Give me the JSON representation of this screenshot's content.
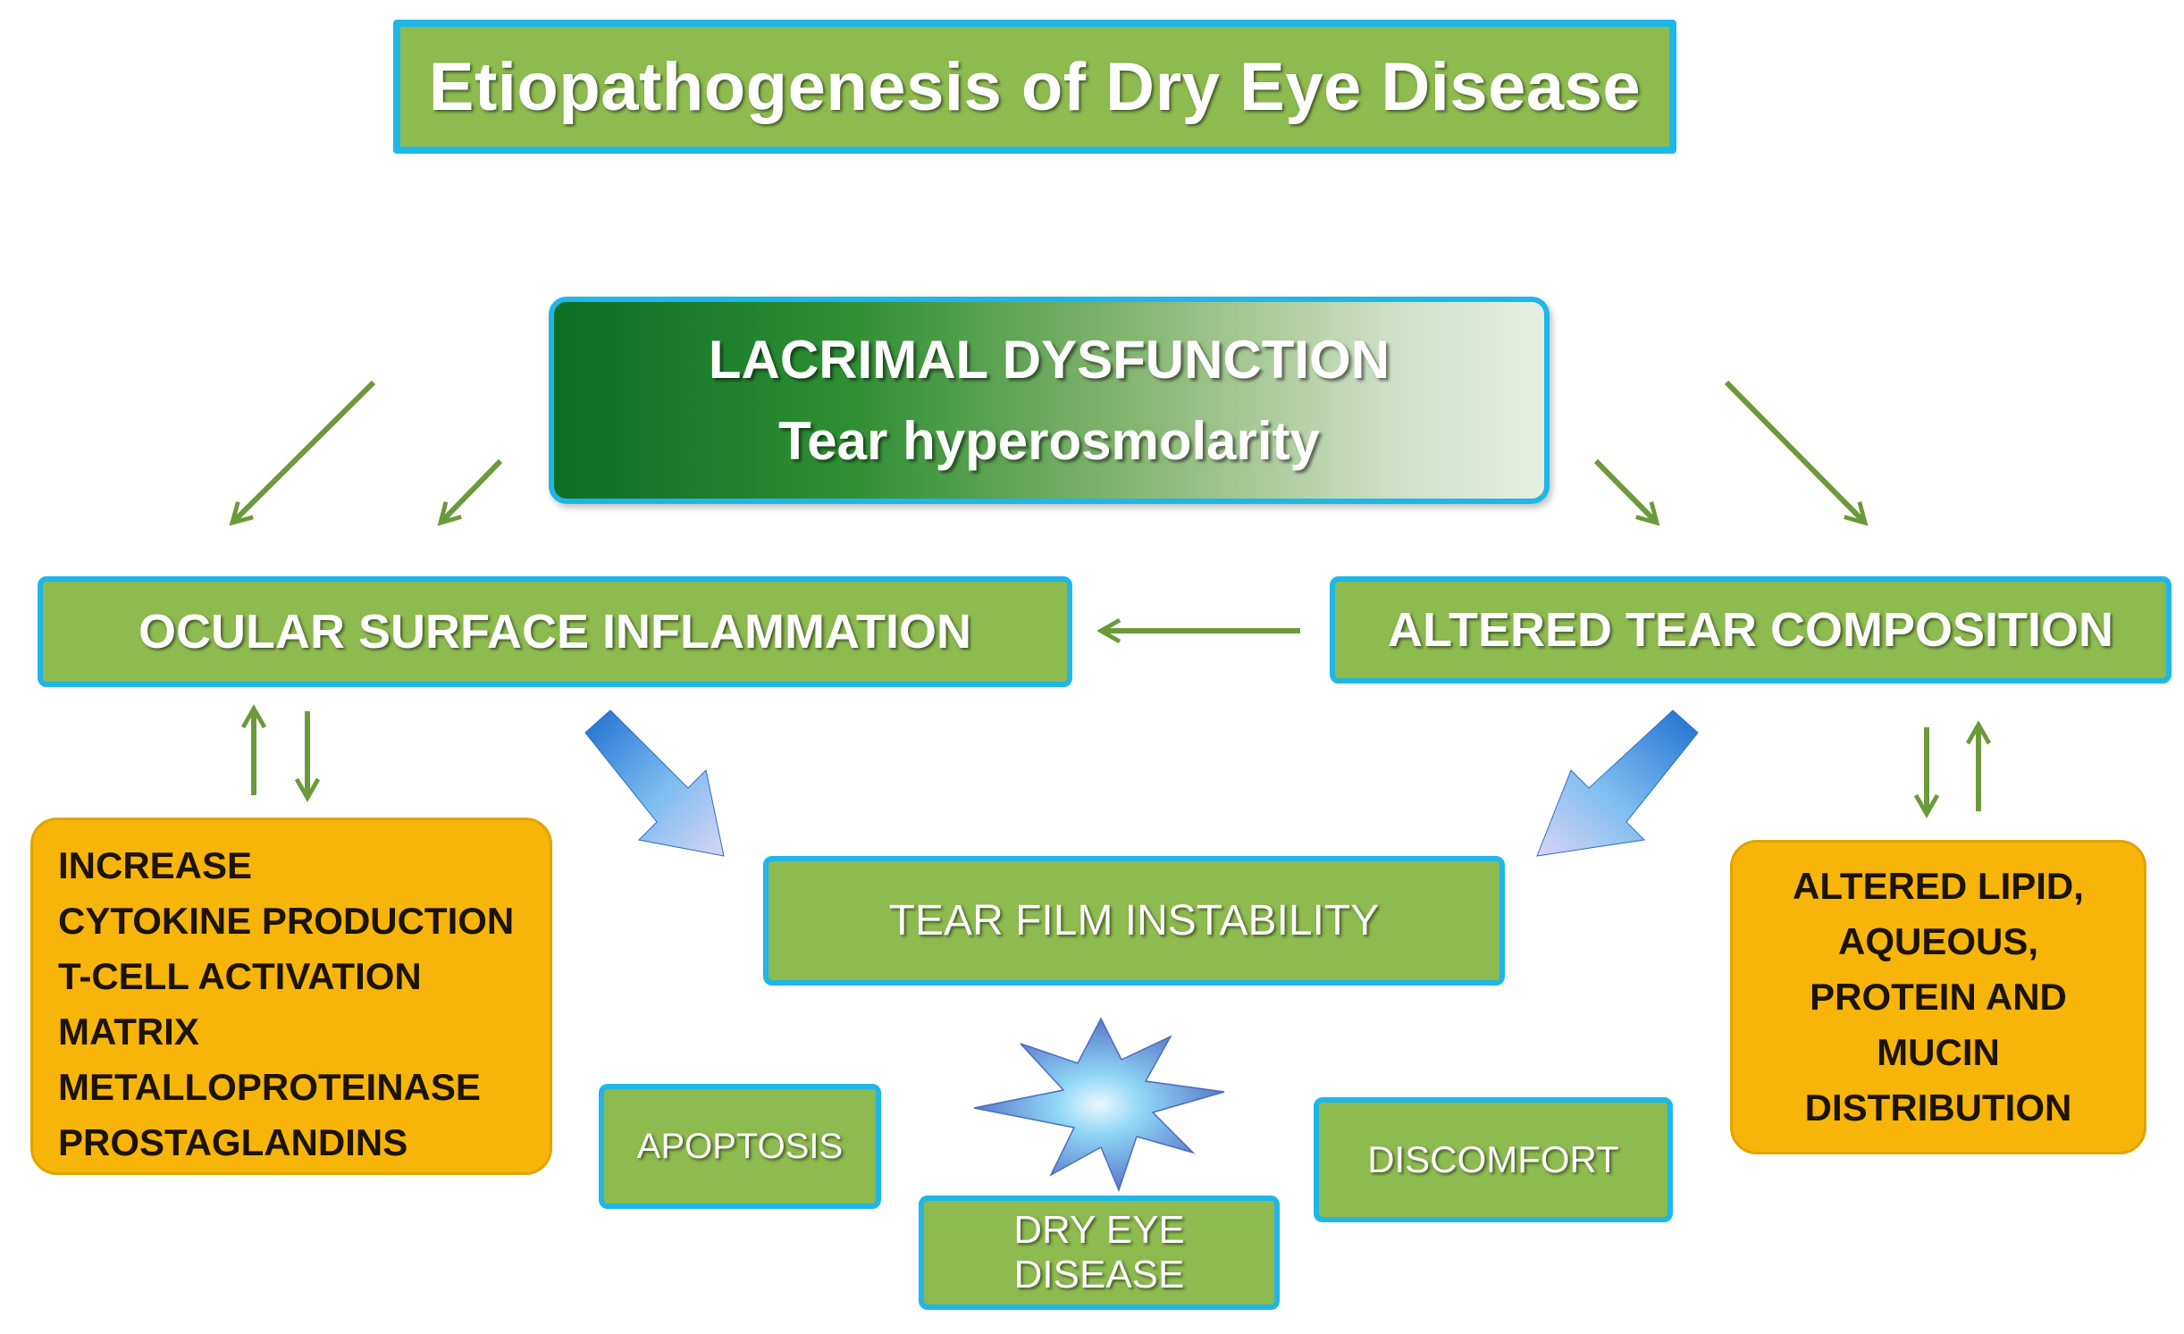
{
  "title": "Etiopathogenesis of Dry Eye Disease",
  "lacrimal": {
    "line1": "LACRIMAL  DYSFUNCTION",
    "line2": "Tear hyperosmolarity"
  },
  "ocular_surface": "OCULAR SURFACE INFLAMMATION",
  "altered_tear": "ALTERED TEAR COMPOSITION",
  "tear_film": "TEAR FILM  INSTABILITY",
  "apoptosis": "APOPTOSIS",
  "discomfort": "DISCOMFORT",
  "dry_eye": "DRY EYE DISEASE",
  "increase_list": [
    "INCREASE",
    "CYTOKINE PRODUCTION",
    "T-CELL ACTIVATION",
    "MATRIX",
    "METALLOPROTEINASE",
    "PROSTAGLANDINS"
  ],
  "altered_list": [
    "ALTERED LIPID,",
    "AQUEOUS,",
    "PROTEIN AND",
    "MUCIN",
    "DISTRIBUTION"
  ],
  "colors": {
    "box_green": "#8dbb4f",
    "border_blue": "#1fb6e8",
    "orange": "#f7b50a",
    "arrow_green": "#6a9a3a",
    "blue_arrow": "#3a8fd6",
    "star_center": "#c8ecfb",
    "star_edge": "#5a78c8"
  }
}
